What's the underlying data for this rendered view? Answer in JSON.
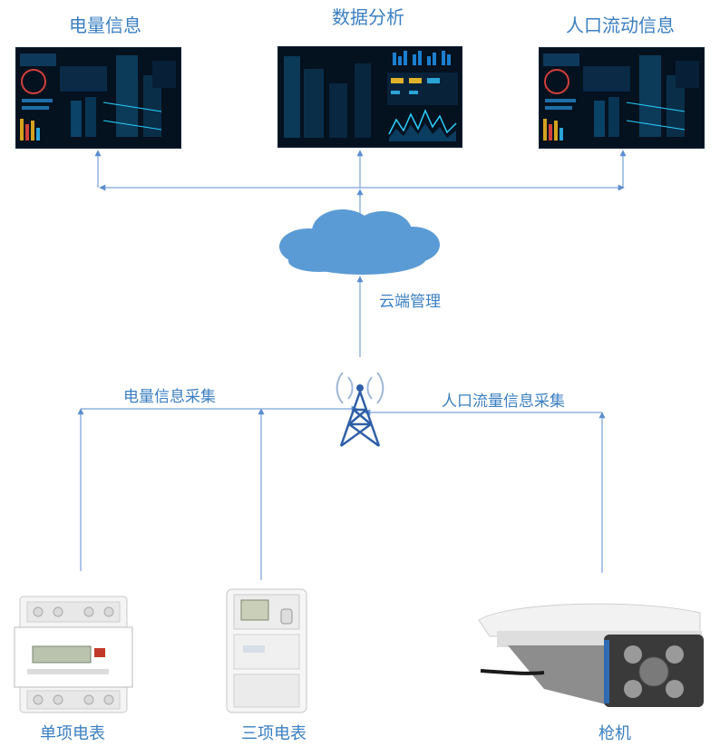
{
  "nodes": {
    "power_info": "电量信息",
    "data_analysis": "数据分析",
    "people_flow_info": "人口流动信息",
    "cloud_management": "云端管理",
    "single_meter": "单项电表",
    "three_meter": "三项电表",
    "camera": "枪机"
  },
  "edges": {
    "power_collection": "电量信息采集",
    "people_collection": "人口流量信息采集"
  },
  "colors": {
    "line": "#5b8ed0",
    "label": "#3a7fc1",
    "cloud": "#5b9bd5",
    "tower": "#2f5fa7",
    "screen_bg": "#04111f"
  }
}
